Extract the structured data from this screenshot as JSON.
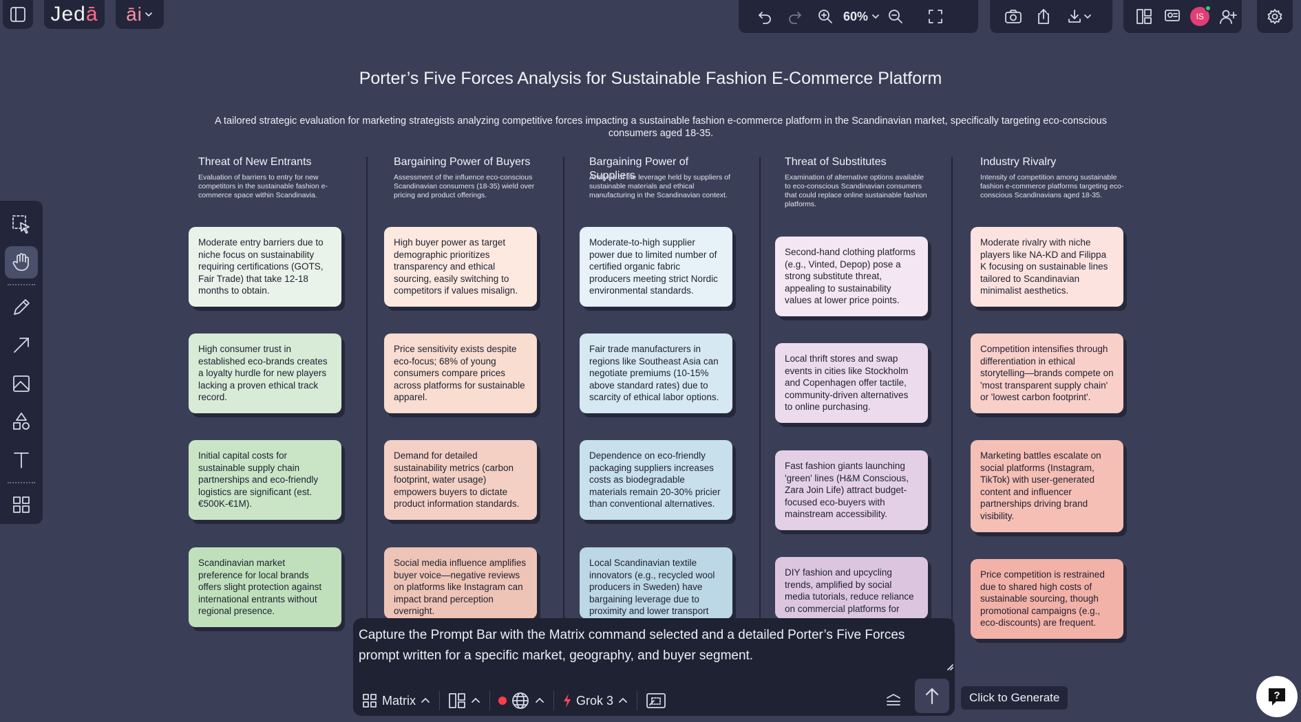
{
  "app": {
    "logo": "Jedā",
    "logo_main": "Jed",
    "logo_accent": "ā",
    "ai_badge": "āi",
    "zoom": "60%",
    "avatar_initials": "IS"
  },
  "document": {
    "title": "Porter’s Five Forces Analysis for Sustainable Fashion E-Commerce Platform",
    "subtitle": "A tailored strategic evaluation for marketing strategists analyzing competitive forces impacting a sustainable fashion e-commerce platform in the Scandinavian market, specifically targeting eco-conscious consumers aged 18-35.",
    "columns": [
      {
        "heading": "Threat of New Entrants",
        "description": "Evaluation of barriers to entry for new competitors in the sustainable fashion e-commerce space within Scandinavia.",
        "cards": [
          "Moderate entry barriers due to niche focus on sustainability requiring certifications (GOTS, Fair Trade) that take 12-18 months to obtain.",
          "High consumer trust in established eco-brands creates a loyalty hurdle for new players lacking a proven ethical track record.",
          "Initial capital costs for sustainable supply chain partnerships and eco-friendly logistics are significant (est. €500K-€1M).",
          "Scandinavian market preference for local brands offers slight protection against international entrants without regional presence."
        ]
      },
      {
        "heading": "Bargaining Power of Buyers",
        "description": "Assessment of the influence eco-conscious Scandinavian consumers (18-35) wield over pricing and product offerings.",
        "cards": [
          "High buyer power as target demographic prioritizes transparency and ethical sourcing, easily switching to competitors if values misalign.",
          "Price sensitivity exists despite eco-focus; 68% of young consumers compare prices across platforms for sustainable apparel.",
          "Demand for detailed sustainability metrics (carbon footprint, water usage) empowers buyers to dictate product information standards.",
          "Social media influence amplifies buyer voice—negative reviews on platforms like Instagram can impact brand perception overnight."
        ]
      },
      {
        "heading": "Bargaining Power of Suppliers",
        "description": "Analysis of the leverage held by suppliers of sustainable materials and ethical manufacturing in the Scandinavian context.",
        "cards": [
          "Moderate-to-high supplier power due to limited number of certified organic fabric producers meeting strict Nordic environmental standards.",
          "Fair trade manufacturers in regions like Southeast Asia can negotiate premiums (10-15% above standard rates) due to scarcity of ethical labor options.",
          "Dependence on eco-friendly packaging suppliers increases costs as biodegradable materials remain 20-30% pricier than conventional alternatives.",
          "Local Scandinavian textile innovators (e.g., recycled wool producers in Sweden) have bargaining leverage due to proximity and lower transport"
        ]
      },
      {
        "heading": "Threat of Substitutes",
        "description": "Examination of alternative options available to eco-conscious Scandinavian consumers that could replace online sustainable fashion platforms.",
        "cards": [
          "Second-hand clothing platforms (e.g., Vinted, Depop) pose a strong substitute threat, appealing to sustainability values at lower price points.",
          "Local thrift stores and swap events in cities like Stockholm and Copenhagen offer tactile, community-driven alternatives to online purchasing.",
          "Fast fashion giants launching 'green' lines (H&M Conscious, Zara Join Life) attract budget-focused eco-buyers with mainstream accessibility.",
          "DIY fashion and upcycling trends, amplified by social media tutorials, reduce reliance on commercial platforms for"
        ]
      },
      {
        "heading": "Industry Rivalry",
        "description": "Intensity of competition among sustainable fashion e-commerce platforms targeting eco-conscious Scandinavians aged 18-35.",
        "cards": [
          "Moderate rivalry with niche players like NA-KD and Filippa K focusing on sustainable lines tailored to Scandinavian minimalist aesthetics.",
          "Competition intensifies through differentiation in ethical storytelling—brands compete on 'most transparent supply chain' or 'lowest carbon footprint'.",
          "Marketing battles escalate on social platforms (Instagram, TikTok) with user-generated content and influencer partnerships driving brand visibility.",
          "Price competition is restrained due to shared high costs of sustainable sourcing, though promotional campaigns (e.g., eco-discounts) are frequent."
        ]
      }
    ]
  },
  "prompt_bar": {
    "text": "Capture the Prompt Bar with the Matrix command selected and a detailed Porter’s Five Forces prompt written for a specific market, geography, and buyer segment.",
    "command": "Matrix",
    "model": "Grok 3",
    "tooltip": "Click to Generate"
  },
  "colors": {
    "canvas": "#3a3f57",
    "panel": "#23263a",
    "accent": "#ff6b8a",
    "green_cards": [
      "#e9f3e9",
      "#d7ebd6",
      "#c9e5c6",
      "#bfe0bb"
    ],
    "peach_cards": [
      "#fde9e0",
      "#f8ddd0",
      "#f3d0c3",
      "#eec4b6"
    ],
    "blue_cards": [
      "#e6f1f8",
      "#d6e8f2",
      "#c8dfec",
      "#bcd7e6"
    ],
    "lilac_cards": [
      "#f4e6f2",
      "#ecdbec",
      "#e4d0e6",
      "#dcc6df"
    ],
    "pink_cards": [
      "#fde3df",
      "#f9d0c9",
      "#f5bfb5",
      "#f2b2a7"
    ]
  }
}
